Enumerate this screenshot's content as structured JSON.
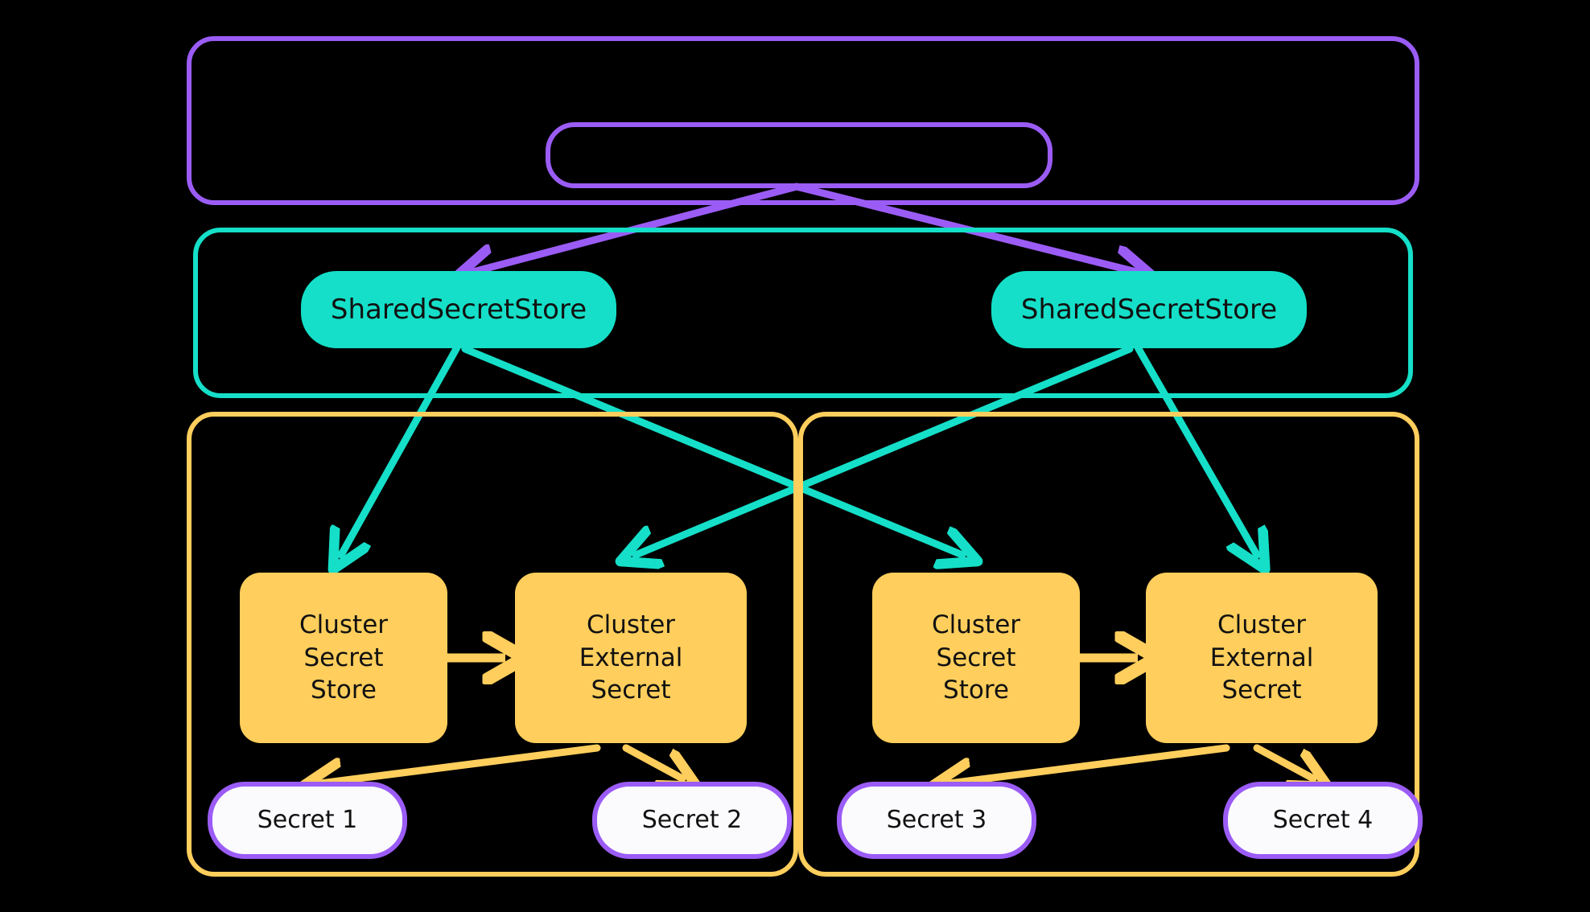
{
  "diagram": {
    "title": "External Secrets Operator — Shared / Cluster Secret Store topology",
    "background": "#000000",
    "colors": {
      "purple": "#9B5CF6",
      "teal": "#15DFC8",
      "orange": "#FFCE5C",
      "secret_fill": "#FBFBFD",
      "text": "#111111"
    },
    "groups": [
      {
        "id": "group-purple-top",
        "label": "",
        "border_color": "#9B5CF6"
      },
      {
        "id": "group-teal-middle",
        "label": "",
        "border_color": "#15DFC8"
      },
      {
        "id": "group-orange-left",
        "label": "",
        "border_color": "#FFCE5C"
      },
      {
        "id": "group-orange-right",
        "label": "",
        "border_color": "#FFCE5C"
      }
    ],
    "nodes": {
      "operator_pill": {
        "label": "",
        "shape": "rounded-rect-outline",
        "color": "#9B5CF6"
      },
      "shared_secret_store_left": {
        "label": "SharedSecretStore",
        "shape": "pill",
        "fill": "#15DFC8"
      },
      "shared_secret_store_right": {
        "label": "SharedSecretStore",
        "shape": "pill",
        "fill": "#15DFC8"
      },
      "cluster_secret_store_left": {
        "lines": [
          "Cluster",
          "Secret",
          "Store"
        ],
        "shape": "rounded-rect",
        "fill": "#FFCE5C"
      },
      "cluster_external_secret_left": {
        "lines": [
          "Cluster",
          "External",
          "Secret"
        ],
        "shape": "rounded-rect",
        "fill": "#FFCE5C"
      },
      "cluster_secret_store_right": {
        "lines": [
          "Cluster",
          "Secret",
          "Store"
        ],
        "shape": "rounded-rect",
        "fill": "#FFCE5C"
      },
      "cluster_external_secret_right": {
        "lines": [
          "Cluster",
          "External",
          "Secret"
        ],
        "shape": "rounded-rect",
        "fill": "#FFCE5C"
      },
      "secret_1": {
        "label": "Secret 1",
        "shape": "pill",
        "fill": "#FBFBFD",
        "border": "#9B5CF6"
      },
      "secret_2": {
        "label": "Secret 2",
        "shape": "pill",
        "fill": "#FBFBFD",
        "border": "#9B5CF6"
      },
      "secret_3": {
        "label": "Secret 3",
        "shape": "pill",
        "fill": "#FBFBFD",
        "border": "#9B5CF6"
      },
      "secret_4": {
        "label": "Secret 4",
        "shape": "pill",
        "fill": "#FBFBFD",
        "border": "#9B5CF6"
      }
    },
    "edges": [
      {
        "id": "e1",
        "from": "operator_pill",
        "to": "shared_secret_store_left",
        "color": "#9B5CF6",
        "arrow": true
      },
      {
        "id": "e2",
        "from": "operator_pill",
        "to": "shared_secret_store_right",
        "color": "#9B5CF6",
        "arrow": true
      },
      {
        "id": "e3",
        "from": "shared_secret_store_left",
        "to": "cluster_secret_store_left",
        "color": "#15DFC8",
        "arrow": true
      },
      {
        "id": "e4",
        "from": "shared_secret_store_left",
        "to": "cluster_secret_store_right",
        "color": "#15DFC8",
        "arrow": true
      },
      {
        "id": "e5",
        "from": "shared_secret_store_right",
        "to": "cluster_external_secret_left",
        "color": "#15DFC8",
        "arrow": true
      },
      {
        "id": "e6",
        "from": "shared_secret_store_right",
        "to": "cluster_external_secret_right",
        "color": "#15DFC8",
        "arrow": true
      },
      {
        "id": "e7",
        "from": "cluster_secret_store_left",
        "to": "cluster_external_secret_left",
        "color": "#FFCE5C",
        "arrow": true
      },
      {
        "id": "e8",
        "from": "cluster_secret_store_right",
        "to": "cluster_external_secret_right",
        "color": "#FFCE5C",
        "arrow": true
      },
      {
        "id": "e9",
        "from": "cluster_external_secret_left",
        "to": "secret_1",
        "color": "#FFCE5C",
        "arrow": true
      },
      {
        "id": "e10",
        "from": "cluster_external_secret_left",
        "to": "secret_2",
        "color": "#FFCE5C",
        "arrow": true
      },
      {
        "id": "e11",
        "from": "cluster_external_secret_right",
        "to": "secret_3",
        "color": "#FFCE5C",
        "arrow": true
      },
      {
        "id": "e12",
        "from": "cluster_external_secret_right",
        "to": "secret_4",
        "color": "#FFCE5C",
        "arrow": true
      }
    ]
  }
}
